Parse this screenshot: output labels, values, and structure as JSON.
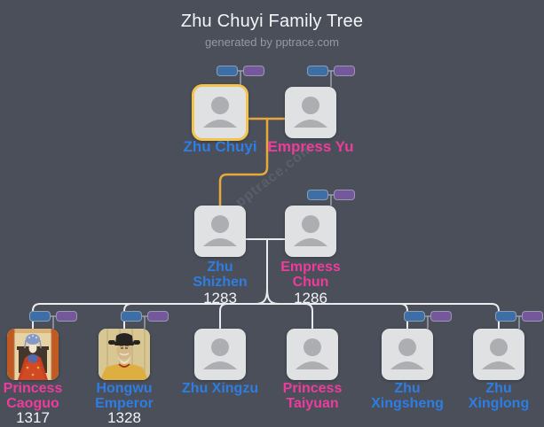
{
  "header": {
    "title": "Zhu Chuyi Family Tree",
    "subtitle": "generated by pptrace.com"
  },
  "watermark": {
    "text": "pptrace.com"
  },
  "colors": {
    "background": "#4a4f5a",
    "male_name": "#2e7de2",
    "female_name": "#ee3c9c",
    "highlight_border": "#f2c44f",
    "spouse_link_yellow": "#e7a93c",
    "family_link_white": "#e9ebee",
    "father_chip_blue": "#3d6fa6",
    "mother_chip_purple": "#75589b",
    "card_background": "#e0e1e3"
  },
  "people": {
    "zhu_chuyi": {
      "name": "Zhu Chuyi",
      "gender": "male",
      "highlighted": true,
      "has_parent_chips": true
    },
    "empress_yu": {
      "name": "Empress Yu",
      "gender": "female",
      "highlighted": false,
      "has_parent_chips": true
    },
    "zhu_shizhen": {
      "name": "Zhu Shizhen",
      "gender": "male",
      "birth_year": "1283",
      "has_parent_chips": false
    },
    "empress_chun": {
      "name": "Empress Chun",
      "gender": "female",
      "birth_year": "1286",
      "has_parent_chips": true
    },
    "princess_caoguo": {
      "name": "Princess Caoguo",
      "gender": "female",
      "birth_year": "1317",
      "has_parent_chips": true,
      "portrait": "princess-caoguo-painting"
    },
    "hongwu_emperor": {
      "name": "Hongwu Emperor",
      "gender": "male",
      "birth_year": "1328",
      "has_parent_chips": true,
      "portrait": "hongwu-emperor-painting"
    },
    "zhu_xingzu": {
      "name": "Zhu Xingzu",
      "gender": "male",
      "has_parent_chips": false
    },
    "princess_taiyuan": {
      "name": "Princess Taiyuan",
      "gender": "female",
      "has_parent_chips": false
    },
    "zhu_xingsheng": {
      "name": "Zhu Xingsheng",
      "gender": "male",
      "has_parent_chips": true
    },
    "zhu_xinglong": {
      "name": "Zhu Xinglong",
      "gender": "male",
      "has_parent_chips": true
    }
  }
}
